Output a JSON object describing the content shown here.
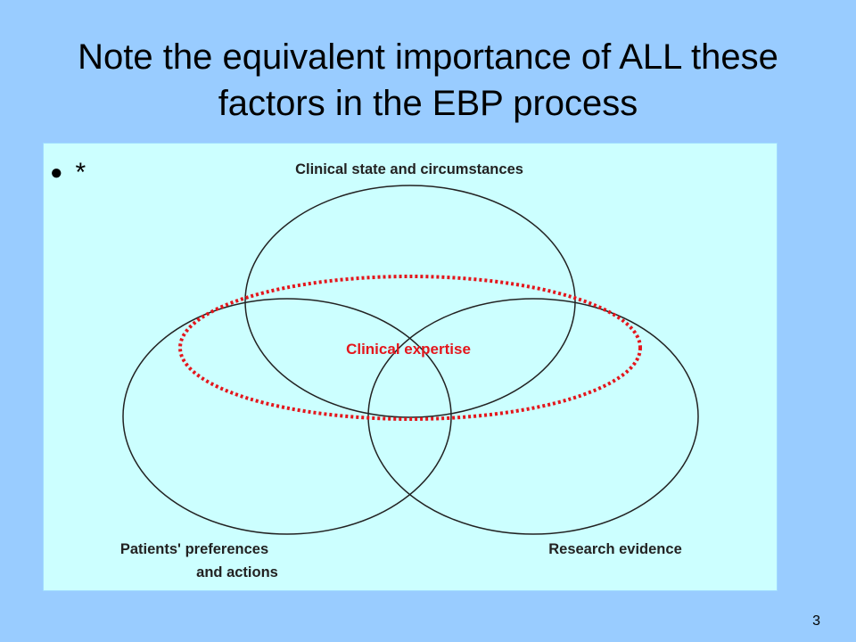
{
  "slide": {
    "title_line1": "Note the equivalent importance of ALL these",
    "title_line2": "factors in the EBP process",
    "bullet_text": "*",
    "page_number": "3"
  },
  "diagram": {
    "labels": {
      "clinical_state": "Clinical state and circumstances",
      "patients_line1": "Patients' preferences",
      "patients_line2": "and actions",
      "research": "Research evidence",
      "expertise": "Clinical expertise"
    },
    "colors": {
      "panel_background": "#ccffff",
      "page_background": "#99ccff",
      "circle_stroke": "#222222",
      "expertise_stroke": "#e4161c"
    }
  }
}
